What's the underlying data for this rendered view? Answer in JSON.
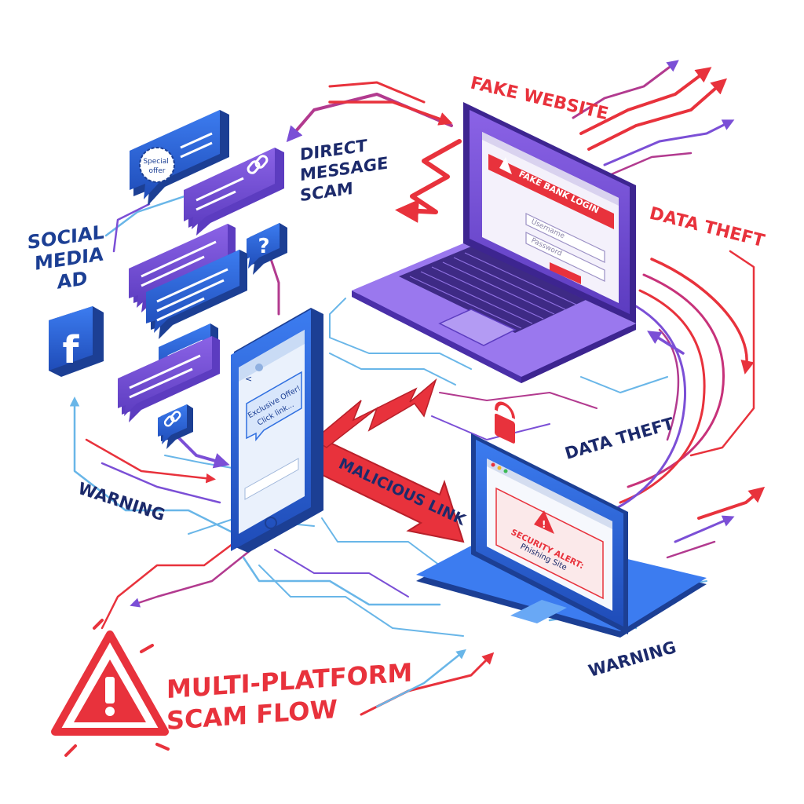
{
  "labels": {
    "social_media": [
      "SOCIAL",
      "MEDIA",
      "AD"
    ],
    "direct_message": [
      "DIRECT",
      "MESSAGE",
      "SCAM"
    ],
    "fake_website": "FAKE WEBSITE",
    "data_theft_1": "DATA THEFT",
    "data_theft_2": "DATA THEFT",
    "malicious_link": "MALICIOUS LINK",
    "warning_left": "WARNING",
    "warning_right": "WARNING",
    "title": [
      "MULTI-PLATFORM",
      "SCAM FLOW"
    ]
  },
  "bubbles": {
    "special_offer": [
      "Special",
      "offer"
    ],
    "question": "?"
  },
  "phone": {
    "message": [
      "Exclusive Offer!",
      "Click link..."
    ]
  },
  "laptop": {
    "banner": "FAKE BANK LOGIN",
    "username_placeholder": "Username",
    "password_placeholder": "Password"
  },
  "tablet": {
    "alert_title": "SECURITY ALERT:",
    "alert_text": "Phishing Site"
  },
  "icons": {
    "facebook": "f"
  },
  "colors": {
    "red": "#e8323c",
    "purple": "#7b4fd6",
    "blue": "#2f6fe0",
    "dark_blue": "#1c3f94",
    "light_blue": "#69b6e8",
    "magenta": "#b23a8f"
  }
}
